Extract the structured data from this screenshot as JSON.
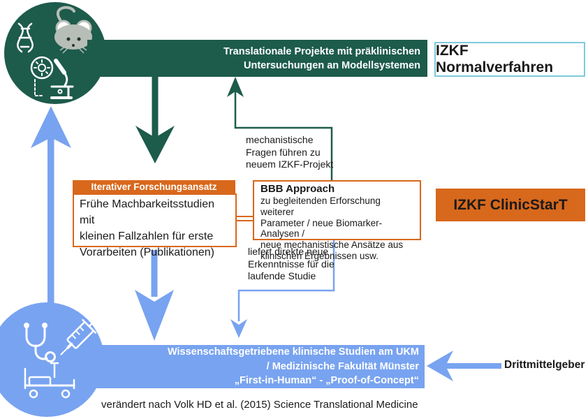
{
  "colors": {
    "green": "#1d5b4b",
    "orange": "#d8681c",
    "blue": "#78a3f0",
    "light_blue_border": "#7ec9dc",
    "mouse_gray": "#b7beb7"
  },
  "top": {
    "bar_text": "Translationale Projekte mit präklinischen\nUntersuchungen an Modellsystemen",
    "program_box": "IZKF Normalverfahren"
  },
  "middle": {
    "iterative_header": "Iterativer Forschungsansatz",
    "iterative_body": "Frühe Machbarkeitsstudien mit\nkleinen Fallzahlen für erste\nVorarbeiten (Publikationen)",
    "bbb_title": "BBB Approach",
    "bbb_body": "zu begleitenden Erforschung weiterer\nParameter / neue Biomarker-Analysen /\nneue mechanistische Ansätze aus\nklinischen Ergebnissen usw.",
    "program_box": "IZKF ClinicStarT",
    "mechanistic_note": "mechanistische\nFragen führen zu\nneuem IZKF-Projekt",
    "delivers_note": "liefert direkte neue\nErkenntnisse für die\nlaufende Studie"
  },
  "bottom": {
    "bar_text": "Wissenschaftsgetriebene klinische Studien am UKM\n/ Medizinische Fakultät Münster\n„First-in-Human“ - „Proof-of-Concept“",
    "funder_label": "Drittmittelgeber",
    "caption": "verändert nach Volk HD et al. (2015) Science Translational Medicine"
  },
  "icons": {
    "preclinical_circle": [
      "dna-icon",
      "mouse-icon",
      "cell-culture-icon",
      "microscope-icon"
    ],
    "clinical_circle": [
      "stethoscope-icon",
      "syringe-icon",
      "hospital-bed-icon"
    ]
  }
}
